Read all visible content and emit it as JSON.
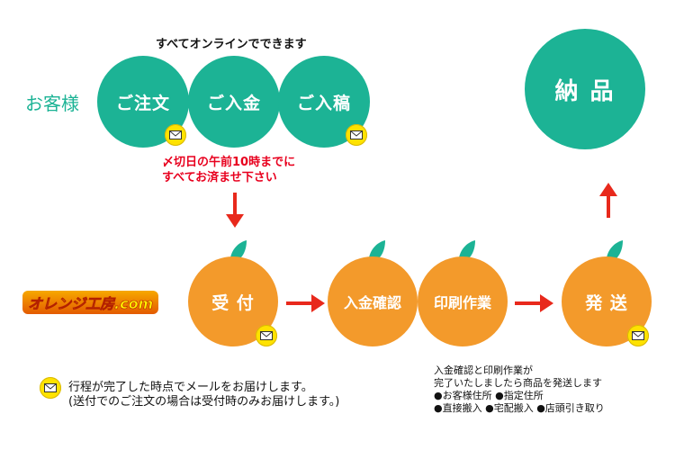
{
  "top_heading": "すべてオンラインでできます",
  "customer_label": "お客様",
  "customer_steps": [
    "ご注文",
    "ご入金",
    "ご入稿"
  ],
  "delivery_label": "納 品",
  "deadline_note": [
    "〆切日の午前10時までに",
    "すべてお済ませ下さい"
  ],
  "logo_text": "オレンジ工房.com",
  "workshop_steps": [
    "受 付",
    "入金確認",
    "印刷作業",
    "発 送"
  ],
  "legend_lines": [
    "行程が完了した時点でメールをお届けします。",
    "(送付でのご注文の場合は受付時のみお届けします。)"
  ],
  "shipping_caption": [
    "入金確認と印刷作業が",
    "完了いたしましたら商品を発送します",
    "●お客様住所 ●指定住所",
    "●直接搬入 ●宅配搬入 ●店頭引き取り"
  ],
  "colors": {
    "teal": "#1cb395",
    "orange": "#f39a2b",
    "leaf": "#1cb395",
    "arrow": "#e8291c",
    "mail": "#ffe200"
  },
  "icons": [
    "mail-icon",
    "leaf-icon",
    "arrow-right-icon",
    "arrow-down-icon",
    "arrow-up-icon"
  ]
}
